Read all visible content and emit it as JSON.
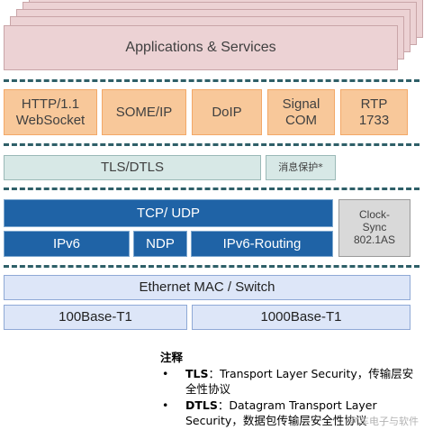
{
  "layers": {
    "apps": "Applications & Services",
    "protocols": [
      "HTTP/1.1\nWebSocket",
      "SOME/IP",
      "DoIP",
      "Signal\nCOM",
      "RTP\n1733"
    ],
    "tls": "TLS/DTLS",
    "msg_protect": "消息保护*",
    "tcp_udp": "TCP/ UDP",
    "ipv6": "IPv6",
    "ndp": "NDP",
    "ipv6_routing": "IPv6-Routing",
    "clock_sync": "Clock-\nSync\n802.1AS",
    "ethernet": "Ethernet MAC / Switch",
    "phy_100": "100Base-T1",
    "phy_1000": "1000Base-T1"
  },
  "notes": {
    "title": "注释",
    "items": [
      {
        "term": "TLS",
        "sep": "：",
        "text": "Transport Layer Security，传输层安全性协议"
      },
      {
        "term": "DTLS",
        "sep": "：",
        "text": "Datagram Transport Layer Security，数据包传输层安全性协议"
      }
    ]
  },
  "watermark": "汽车电子与软件",
  "colors": {
    "apps": "#ecd2d4",
    "protocols": "#f8c89a",
    "security": "#d7e8e6",
    "transport": "#1f63a6",
    "link": "#dde6f8",
    "clock": "#d9d9d9",
    "separator": "#2e5f68"
  }
}
